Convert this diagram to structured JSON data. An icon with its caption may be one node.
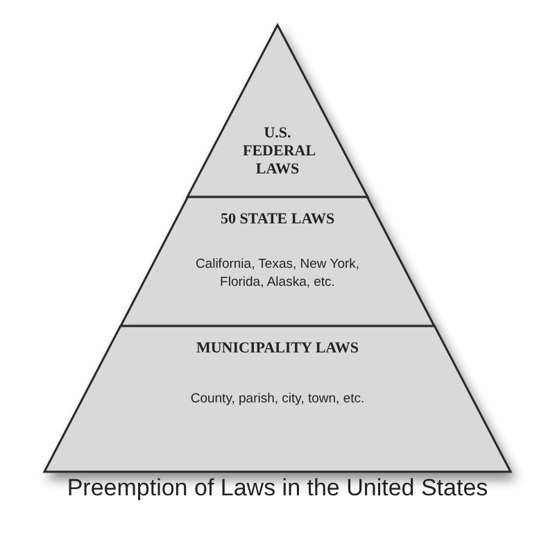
{
  "diagram": {
    "caption": "Preemption of Laws in the United States",
    "nodes": [
      {
        "text": [
          "U.S. FEDERAL LAWS"
        ]
      },
      {
        "text": [
          "50 STATE LAWS",
          "California, Texas, New York, Florida, Alaska, etc."
        ]
      },
      {
        "text": [
          "MUNICIPALITY LAWS",
          "County, parish, city, town, etc."
        ]
      }
    ]
  }
}
